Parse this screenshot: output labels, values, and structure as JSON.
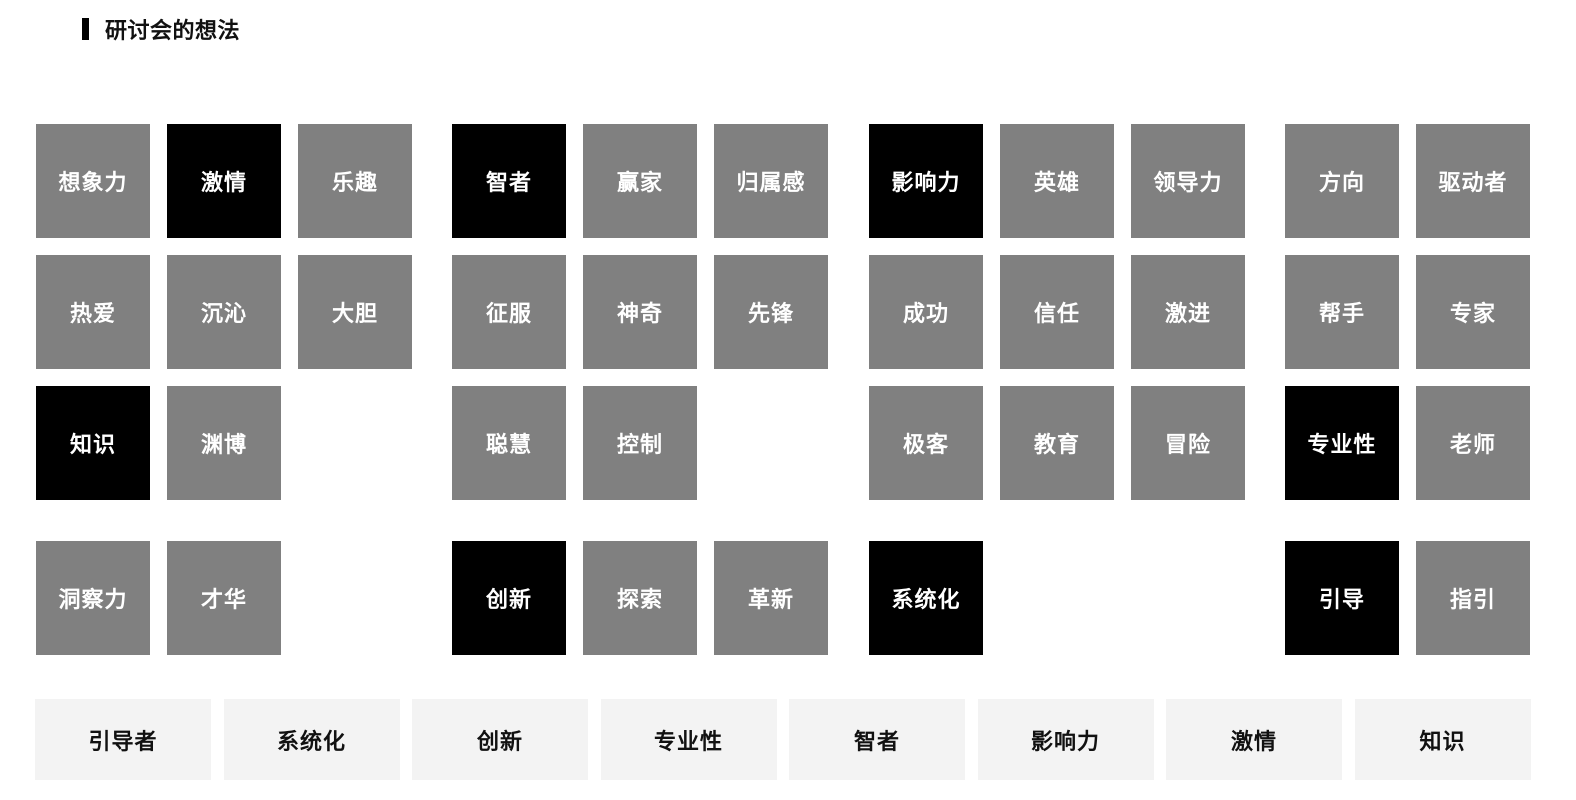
{
  "header": {
    "title": "研讨会的想法"
  },
  "colors": {
    "tile_normal": "#808080",
    "tile_selected": "#000000",
    "tile_text": "#ffffff",
    "summary_bg": "#f3f3f3",
    "summary_text": "#111111"
  },
  "groups": [
    {
      "rows": [
        [
          {
            "label": "想象力",
            "selected": false
          },
          {
            "label": "激情",
            "selected": true
          },
          {
            "label": "乐趣",
            "selected": false
          }
        ],
        [
          {
            "label": "热爱",
            "selected": false
          },
          {
            "label": "沉沁",
            "selected": false
          },
          {
            "label": "大胆",
            "selected": false
          }
        ],
        [
          {
            "label": "知识",
            "selected": true
          },
          {
            "label": "渊博",
            "selected": false
          }
        ],
        [
          {
            "label": "洞察力",
            "selected": false
          },
          {
            "label": "才华",
            "selected": false
          }
        ]
      ]
    },
    {
      "rows": [
        [
          {
            "label": "智者",
            "selected": true
          },
          {
            "label": "赢家",
            "selected": false
          },
          {
            "label": "归属感",
            "selected": false
          }
        ],
        [
          {
            "label": "征服",
            "selected": false
          },
          {
            "label": "神奇",
            "selected": false
          },
          {
            "label": "先锋",
            "selected": false
          }
        ],
        [
          {
            "label": "聪慧",
            "selected": false
          },
          {
            "label": "控制",
            "selected": false
          }
        ],
        [
          {
            "label": "创新",
            "selected": true
          },
          {
            "label": "探索",
            "selected": false
          },
          {
            "label": "革新",
            "selected": false
          }
        ]
      ]
    },
    {
      "rows": [
        [
          {
            "label": "影响力",
            "selected": true
          },
          {
            "label": "英雄",
            "selected": false
          },
          {
            "label": "领导力",
            "selected": false
          }
        ],
        [
          {
            "label": "成功",
            "selected": false
          },
          {
            "label": "信任",
            "selected": false
          },
          {
            "label": "激进",
            "selected": false
          }
        ],
        [
          {
            "label": "极客",
            "selected": false
          },
          {
            "label": "教育",
            "selected": false
          },
          {
            "label": "冒险",
            "selected": false
          }
        ],
        [
          {
            "label": "系统化",
            "selected": true
          }
        ]
      ]
    },
    {
      "rows": [
        [
          {
            "label": "方向",
            "selected": false
          },
          {
            "label": "驱动者",
            "selected": false
          }
        ],
        [
          {
            "label": "帮手",
            "selected": false
          },
          {
            "label": "专家",
            "selected": false
          }
        ],
        [
          {
            "label": "专业性",
            "selected": true
          },
          {
            "label": "老师",
            "selected": false
          }
        ],
        [
          {
            "label": "引导",
            "selected": true
          },
          {
            "label": "指引",
            "selected": false
          }
        ]
      ]
    }
  ],
  "summary": [
    {
      "label": "引导者"
    },
    {
      "label": "系统化"
    },
    {
      "label": "创新"
    },
    {
      "label": "专业性"
    },
    {
      "label": "智者"
    },
    {
      "label": "影响力"
    },
    {
      "label": "激情"
    },
    {
      "label": "知识"
    }
  ]
}
